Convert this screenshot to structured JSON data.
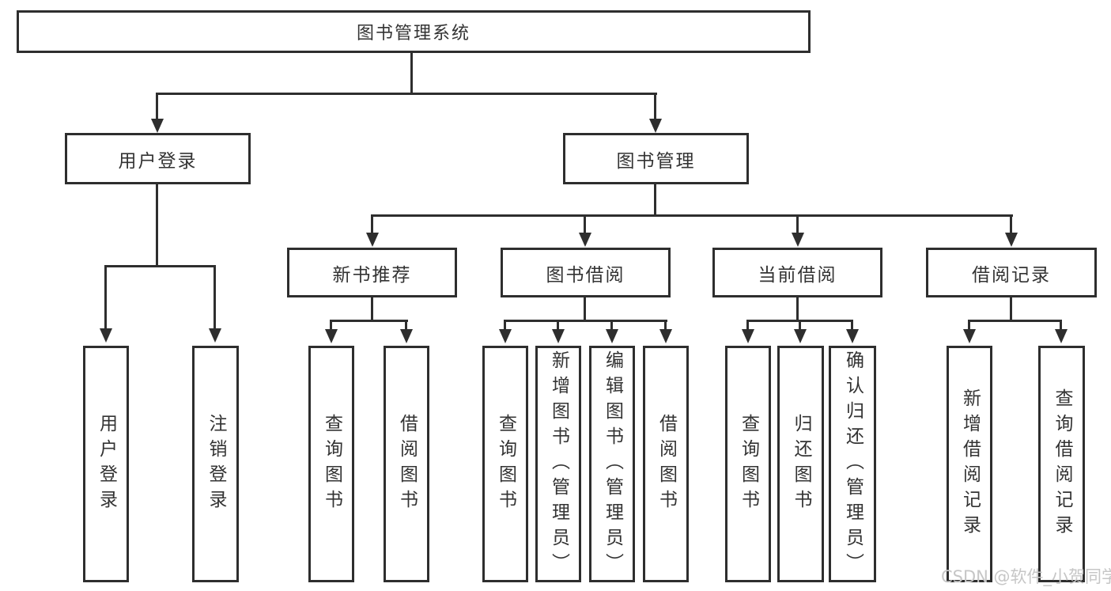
{
  "tree": {
    "root": {
      "label": "图书管理系统"
    },
    "branches": [
      {
        "label": "用户登录",
        "children": [
          {
            "label": "用户登录"
          },
          {
            "label": "注销登录"
          }
        ]
      },
      {
        "label": "图书管理",
        "children": [
          {
            "label": "新书推荐",
            "children": [
              {
                "label": "查询图书"
              },
              {
                "label": "借阅图书"
              }
            ]
          },
          {
            "label": "图书借阅",
            "children": [
              {
                "label": "查询图书"
              },
              {
                "label": "新增图书（管理员）"
              },
              {
                "label": "编辑图书（管理员）"
              },
              {
                "label": "借阅图书"
              }
            ]
          },
          {
            "label": "当前借阅",
            "children": [
              {
                "label": "查询图书"
              },
              {
                "label": "归还图书"
              },
              {
                "label": "确认归还（管理员）"
              }
            ]
          },
          {
            "label": "借阅记录",
            "children": [
              {
                "label": "新增借阅记录"
              },
              {
                "label": "查询借阅记录"
              }
            ]
          }
        ]
      }
    ]
  },
  "watermark": {
    "text": "CSDN @软件_小贺同学"
  },
  "colors": {
    "line": "#2e2e2e",
    "box_border": "#2e2e2e",
    "box_bg": "#ffffff",
    "text": "#333333",
    "watermark": "#c6c6c6",
    "background": "#ffffff"
  }
}
